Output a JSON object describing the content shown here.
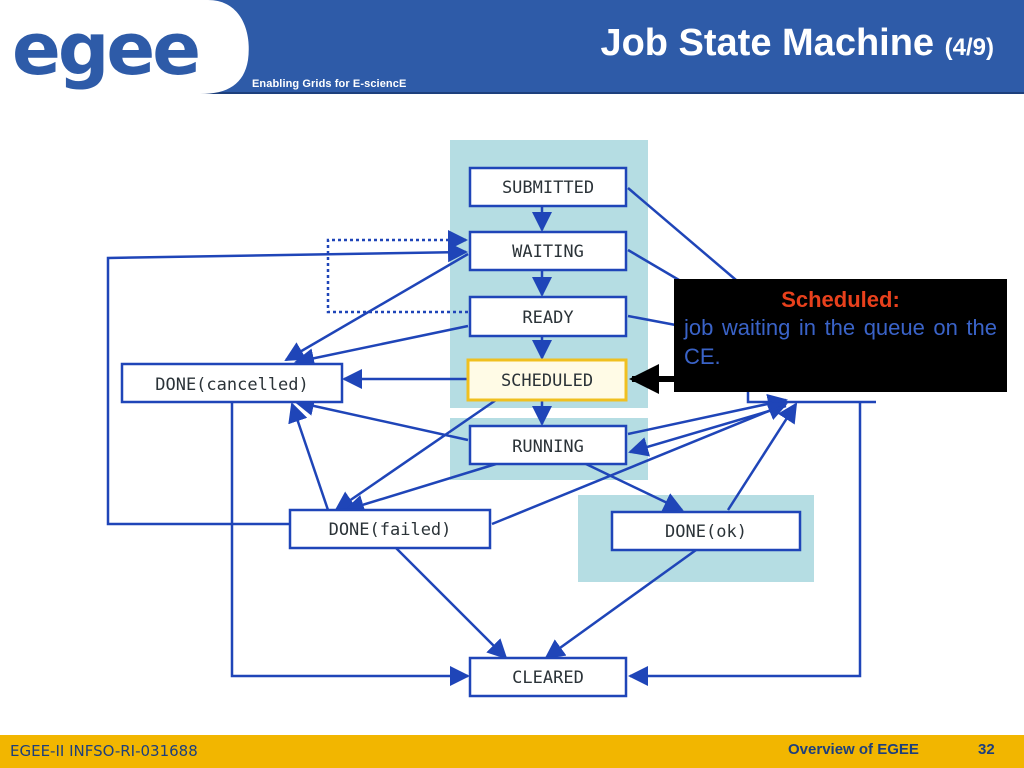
{
  "header": {
    "logo_text": "egee",
    "tagline": "Enabling Grids for E-sciencE",
    "title": "Job State Machine",
    "slide_count": "(4/9)"
  },
  "states": {
    "submitted": "SUBMITTED",
    "waiting": "WAITING",
    "ready": "READY",
    "scheduled": "SCHEDULED",
    "running": "RUNNING",
    "done_cancelled": "DONE(cancelled)",
    "done_failed": "DONE(failed)",
    "done_ok": "DONE(ok)",
    "cleared": "CLEARED"
  },
  "callout": {
    "heading": "Scheduled:",
    "body": "job waiting in the queue on the CE."
  },
  "footer": {
    "left": "EGEE-II INFSO-RI-031688",
    "right": "Overview of EGEE",
    "page": "32"
  },
  "colors": {
    "header_blue": "#2e5ba8",
    "footer_yellow": "#f2b600",
    "arrow_blue": "#1f45b8",
    "highlight_cyan": "#b5dde3",
    "scheduled_border": "#f0c020",
    "callout_heading": "#e8401c",
    "callout_body": "#3a63c8"
  }
}
